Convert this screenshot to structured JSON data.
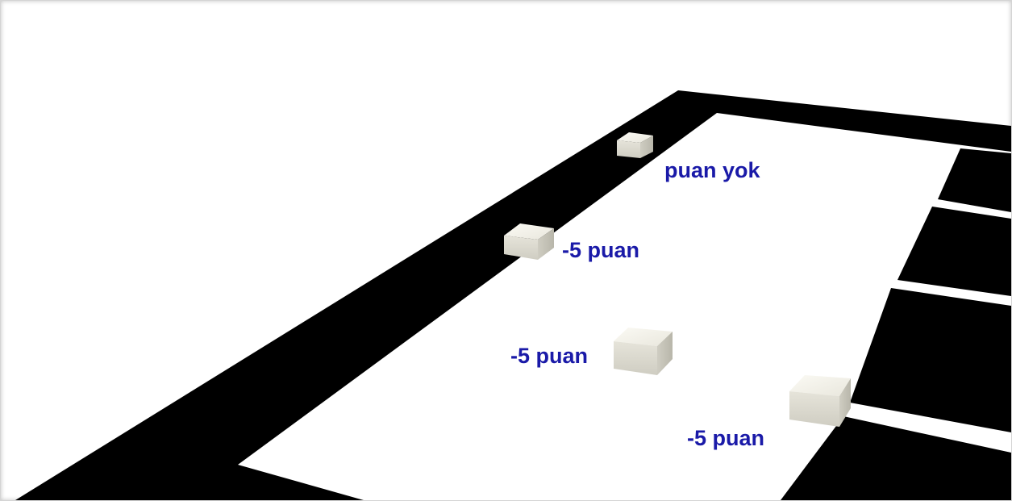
{
  "labels": {
    "top": "puan yok",
    "left_edge": "-5 puan",
    "middle": "-5 puan",
    "right_edge": "-5 puan"
  },
  "colors": {
    "label": "#1a1aa8",
    "track": "#000000",
    "field": "#ffffff",
    "block_top": "#f4f2ea",
    "block_front": "#d8d6cc",
    "block_side": "#c2c0b4"
  }
}
